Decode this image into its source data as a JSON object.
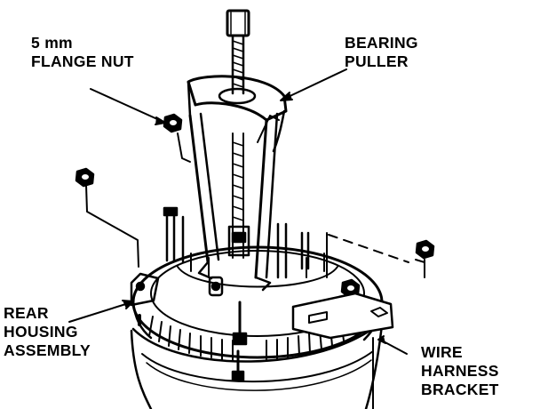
{
  "labels": {
    "flange_nut": {
      "line1": "5 mm",
      "line2": "FLANGE NUT"
    },
    "bearing_puller": {
      "line1": "BEARING",
      "line2": "PULLER"
    },
    "rear_housing": {
      "line1": "REAR",
      "line2": "HOUSING",
      "line3": "ASSEMBLY"
    },
    "wire_harness": {
      "line1": "WIRE",
      "line2": "HARNESS",
      "line3": "BRACKET"
    }
  },
  "colors": {
    "ink": "#000000",
    "paper": "#ffffff"
  }
}
